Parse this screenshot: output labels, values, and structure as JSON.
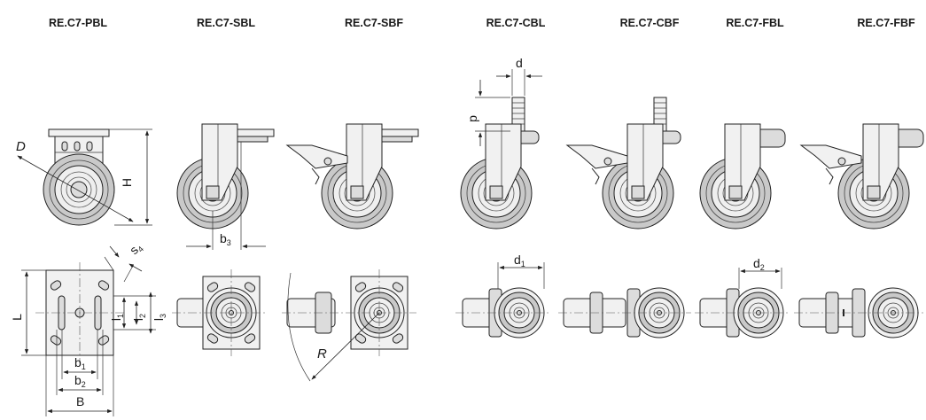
{
  "models": [
    {
      "code": "RE.C7-PBL"
    },
    {
      "code": "RE.C7-SBL"
    },
    {
      "code": "RE.C7-SBF"
    },
    {
      "code": "RE.C7-CBL"
    },
    {
      "code": "RE.C7-CBF"
    },
    {
      "code": "RE.C7-FBL"
    },
    {
      "code": "RE.C7-FBF"
    }
  ],
  "dimension_labels": {
    "D": "D",
    "H": "H",
    "b3": "b",
    "b3_sub": "3",
    "d": "d",
    "p": "p",
    "s": "s",
    "s_sub": "4",
    "L": "L",
    "l1": "l",
    "l1_sub": "1",
    "l2": "l",
    "l2_sub": "2",
    "l3": "l",
    "l3_sub": "3",
    "b1": "b",
    "b1_sub": "1",
    "b2": "b",
    "b2_sub": "2",
    "B": "B",
    "R": "R",
    "d1": "d",
    "d1_sub": "1",
    "d2": "d",
    "d2_sub": "2"
  }
}
